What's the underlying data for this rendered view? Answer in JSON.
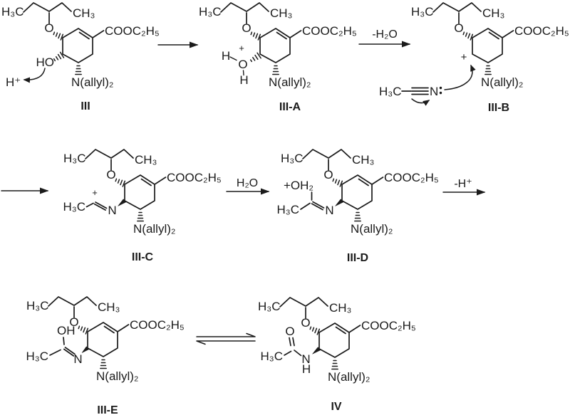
{
  "colors": {
    "ink": "#1b1b1b",
    "background": "#ffffff"
  },
  "atoms": {
    "h3c": "H₃C",
    "ch3": "CH₃",
    "oxygen": "O",
    "ester": "COOC₂H₅",
    "diallylamine": "N(allyl)₂",
    "hydroxyl": "HO",
    "hydroxyl_oh": "OH",
    "hydrogen": "H",
    "nitrogen": "N",
    "plus": "+",
    "proton": "H⁺",
    "oxonium": "+OH₂"
  },
  "steps": {
    "dehydration": "-H₂O",
    "hydration": "H₂O",
    "deprotonation": "-H⁺"
  },
  "molecules": {
    "iii": {
      "label": "III"
    },
    "iii_a": {
      "label": "III-A"
    },
    "iii_b": {
      "label": "III-B"
    },
    "iii_c": {
      "label": "III-C"
    },
    "iii_d": {
      "label": "III-D"
    },
    "iii_e": {
      "label": "III-E"
    },
    "iv": {
      "label": "IV"
    }
  }
}
